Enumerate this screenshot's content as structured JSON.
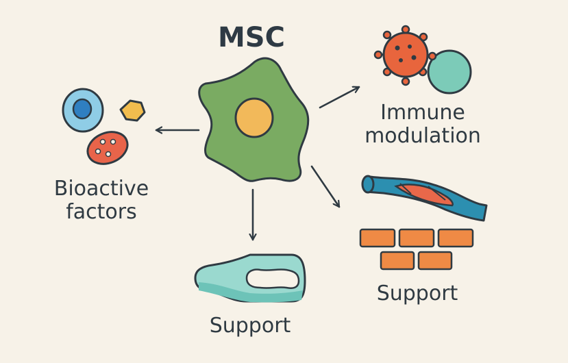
{
  "title": "MSC",
  "labels": {
    "bioactive_line1": "Bioactive",
    "bioactive_line2": "factors",
    "immune_line1": "Immune",
    "immune_line2": "modulation",
    "support_bottom": "Support",
    "support_right": "Support"
  },
  "colors": {
    "background": "#f7f2e8",
    "outline": "#2f3a42",
    "msc_body": "#7aab62",
    "msc_nucleus": "#f2b95a",
    "immune_cell": "#e8653d",
    "immune_cell_small": "#7ccbb8",
    "blue_cell": "#8fcde6",
    "blue_nucleus": "#2f7fc1",
    "yellow_particle": "#f2bd4e",
    "red_cell": "#e8644a",
    "vessel": "#2c8fb0",
    "muscle": "#e9684a",
    "bricks": "#ef8a45",
    "cartilage": "#9ad9cf"
  },
  "icons": [
    "msc-cell",
    "blue-cell-icon",
    "hexagon-particle-icon",
    "red-cell-icon",
    "virus-cell-icon",
    "round-cell-icon",
    "bone-tissue-icon",
    "blood-vessel-icon",
    "brick-wall-icon"
  ]
}
